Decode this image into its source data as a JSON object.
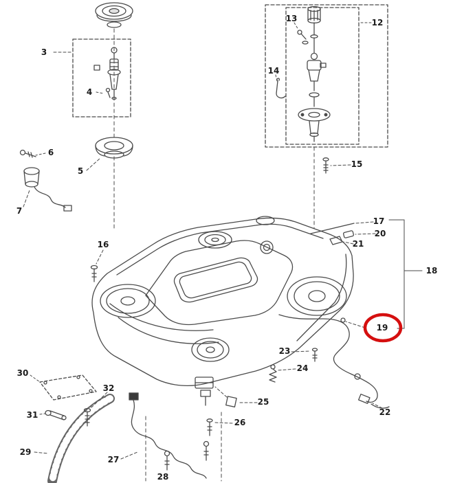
{
  "diagram": {
    "type": "exploded-parts-diagram",
    "description": "Exploded view parts diagram of a robotic mower chassis with numbered callouts",
    "highlighted_part": "19",
    "colors": {
      "line": "#4a4a4a",
      "highlight": "#d50f0f",
      "background": "#ffffff"
    },
    "labels": {
      "p3": "3",
      "p4": "4",
      "p5": "5",
      "p6": "6",
      "p7": "7",
      "p12": "12",
      "p13": "13",
      "p14": "14",
      "p15": "15",
      "p16": "16",
      "p17": "17",
      "p18": "18",
      "p19": "19",
      "p20": "20",
      "p21": "21",
      "p22": "22",
      "p23": "23",
      "p24": "24",
      "p25": "25",
      "p26": "26",
      "p27": "27",
      "p28": "28",
      "p29": "29",
      "p30": "30",
      "p31": "31",
      "p32": "32"
    }
  }
}
